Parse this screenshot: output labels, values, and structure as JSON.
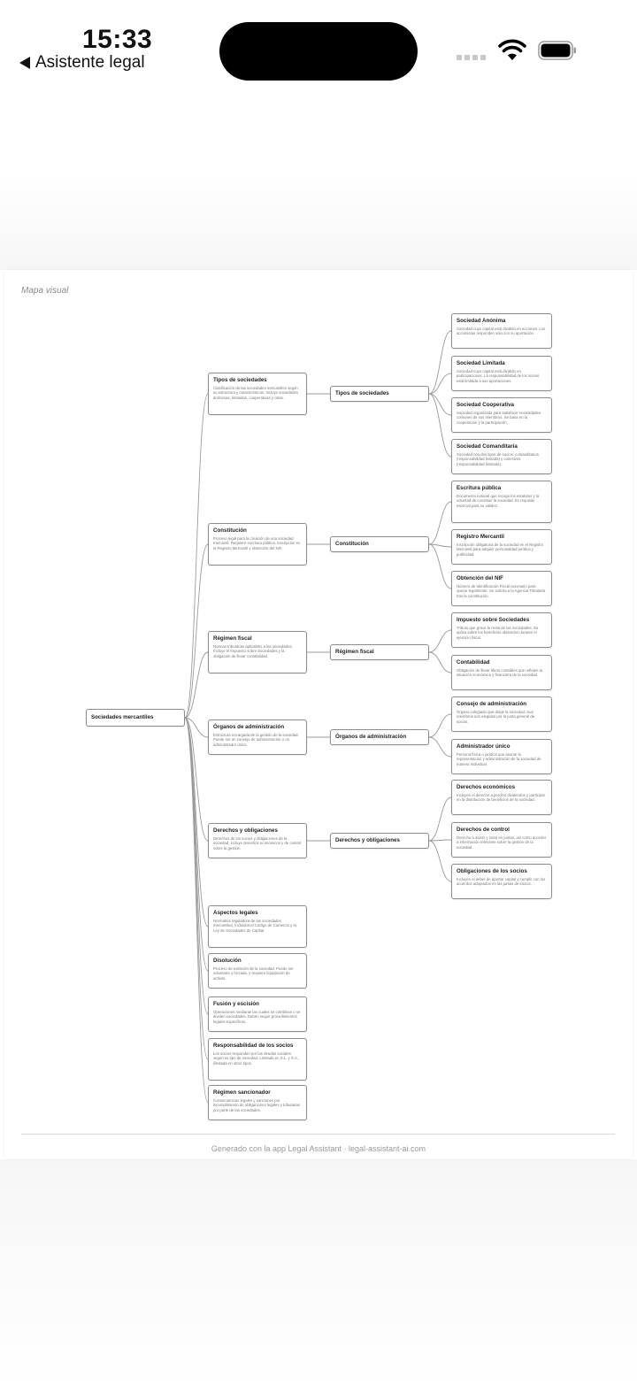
{
  "status_bar": {
    "time": "15:33",
    "back_label": "Asistente legal"
  },
  "card": {
    "title": "Mapa visual",
    "footer": "Generado con la app Legal Assistant · legal-assistant-ai.com"
  },
  "mindmap": {
    "root": "Sociedades mercantiles",
    "branches": [
      {
        "title": "Tipos de sociedades",
        "description": "Clasificación de las sociedades mercantiles según su estructura y características. Incluye sociedades anónimas, limitadas, cooperativas y otras."
      },
      {
        "title": "Constitución",
        "description": "Proceso legal para la creación de una sociedad mercantil. Requiere escritura pública, inscripción en el Registro Mercantil y obtención del NIF."
      },
      {
        "title": "Régimen fiscal",
        "description": "Normas tributarias aplicables a las sociedades. Incluye el Impuesto sobre Sociedades y la obligación de llevar contabilidad."
      },
      {
        "title": "Órganos de administración",
        "description": "Estructura encargada de la gestión de la sociedad. Puede ser un consejo de administración o un administrador único."
      },
      {
        "title": "Derechos y obligaciones",
        "description": "Derechos de los socios y obligaciones de la sociedad, incluye derechos económicos y de control sobre la gestión."
      },
      {
        "title": "Aspectos legales",
        "description": "Normativa reguladora de las sociedades mercantiles, incluidos el Código de Comercio y la Ley de Sociedades de Capital."
      },
      {
        "title": "Disolución",
        "description": "Proceso de extinción de la sociedad. Puede ser voluntaria o forzada, y requiere liquidación de activos."
      },
      {
        "title": "Fusión y escisión",
        "description": "Operaciones mediante las cuales se combinan o se dividen sociedades. Deben seguir procedimientos legales específicos."
      },
      {
        "title": "Responsabilidad de los socios",
        "description": "Los socios responden por las deudas sociales según su tipo de sociedad. Limitada en S.L. y S.A., ilimitada en otros tipos."
      },
      {
        "title": "Régimen sancionador",
        "description": "Consecuencias legales y sanciones por incumplimiento de obligaciones legales y tributarias por parte de las sociedades."
      }
    ],
    "hubs": [
      "Tipos de sociedades",
      "Constitución",
      "Régimen fiscal",
      "Órganos de administración",
      "Derechos y obligaciones"
    ],
    "leaves": [
      {
        "title": "Sociedad Anónima",
        "description": "Sociedad cuyo capital está dividido en acciones. Los accionistas responden solo con su aportación."
      },
      {
        "title": "Sociedad Limitada",
        "description": "Sociedad cuyo capital está dividido en participaciones. La responsabilidad de los socios está limitada a sus aportaciones."
      },
      {
        "title": "Sociedad Cooperativa",
        "description": "Sociedad organizada para satisfacer necesidades comunes de sus miembros. Se basa en la cooperación y la participación."
      },
      {
        "title": "Sociedad Comanditaria",
        "description": "Sociedad con dos tipos de socios: comanditarios (responsabilidad limitada) y colectivos (responsabilidad ilimitada)."
      },
      {
        "title": "Escritura pública",
        "description": "Documento notarial que recoge los estatutos y la voluntad de constituir la sociedad. Es requisito esencial para su validez."
      },
      {
        "title": "Registro Mercantil",
        "description": "Inscripción obligatoria de la sociedad en el Registro Mercantil para adquirir personalidad jurídica y publicidad."
      },
      {
        "title": "Obtención del NIF",
        "description": "Número de Identificación Fiscal necesario para operar legalmente. Se solicita a la Agencia Tributaria tras la constitución."
      },
      {
        "title": "Impuesto sobre Sociedades",
        "description": "Tributo que grava la renta de las sociedades. Se aplica sobre los beneficios obtenidos durante el ejercicio fiscal."
      },
      {
        "title": "Contabilidad",
        "description": "Obligación de llevar libros contables que reflejen la situación económica y financiera de la sociedad."
      },
      {
        "title": "Consejo de administración",
        "description": "Órgano colegiado que dirige la sociedad. Sus miembros son elegidos por la junta general de socios."
      },
      {
        "title": "Administrador único",
        "description": "Persona física o jurídica que asume la representación y administración de la sociedad de manera individual."
      },
      {
        "title": "Derechos económicos",
        "description": "Incluyen el derecho a percibir dividendos y participar en la distribución de beneficios de la sociedad."
      },
      {
        "title": "Derechos de control",
        "description": "Derecho a asistir y votar en juntas, así como acceder a información relevante sobre la gestión de la sociedad."
      },
      {
        "title": "Obligaciones de los socios",
        "description": "Incluyen el deber de aportar capital y cumplir con los acuerdos adoptados en las juntas de socios."
      }
    ]
  }
}
